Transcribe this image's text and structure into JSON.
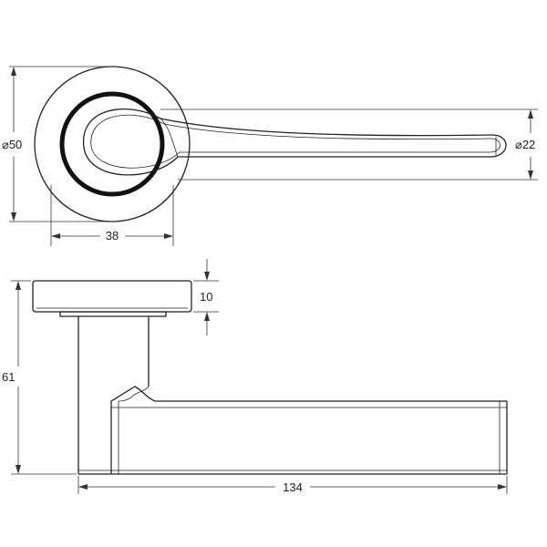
{
  "dimensions": {
    "rose_diameter": "50",
    "handle_end_diameter": "22",
    "spindle_width": "38",
    "rose_thickness": "10",
    "projection": "61",
    "lever_length": "134"
  },
  "symbols": {
    "diameter": "⌀"
  }
}
